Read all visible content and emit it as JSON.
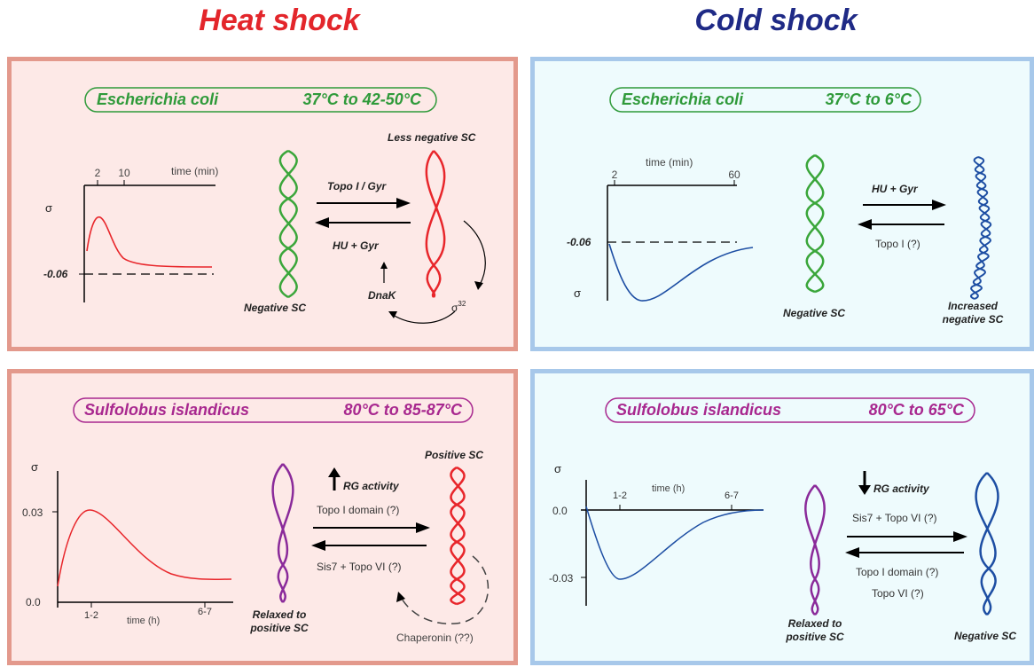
{
  "titles": {
    "heat": "Heat shock",
    "cold": "Cold shock"
  },
  "colors": {
    "heat_title": "#e3262b",
    "cold_title": "#1f2a86",
    "ecoli_pill": "#2f9a3a",
    "sulfo_pill": "#a8288f",
    "red_helix": "#e8262b",
    "green_helix": "#3aa63a",
    "blue_helix": "#1d4ea3",
    "purple_helix": "#8a2a9a"
  },
  "panels": {
    "heat_ecoli": {
      "organism": "Escherichia coli",
      "temperature": "37°C to 42-50°C",
      "graph": {
        "y_label": "σ",
        "x_label": "time (min)",
        "x_ticks": [
          "2",
          "10"
        ],
        "y_tick": "-0.06"
      },
      "left_helix": "Negative SC",
      "right_helix": "Less negative SC",
      "forward_arrow": "Topo I / Gyr",
      "reverse_arrow": "HU + Gyr",
      "loop_left": "DnaK",
      "loop_right": "σ",
      "loop_right_sup": "32"
    },
    "cold_ecoli": {
      "organism": "Escherichia coli",
      "temperature": "37°C to 6°C",
      "graph": {
        "y_label": "σ",
        "x_label": "time (min)",
        "x_ticks": [
          "2",
          "60"
        ],
        "y_tick": "-0.06"
      },
      "left_helix": "Negative SC",
      "right_helix_line1": "Increased",
      "right_helix_line2": "negative SC",
      "forward_arrow": "HU + Gyr",
      "reverse_arrow": "Topo I (?)"
    },
    "heat_sulfo": {
      "organism": "Sulfolobus islandicus",
      "temperature": "80°C to 85-87°C",
      "graph": {
        "y_label": "σ",
        "x_label": "time (h)",
        "x_ticks": [
          "1-2",
          "6-7"
        ],
        "y_ticks": [
          "0.03",
          "0.0"
        ]
      },
      "left_helix_line1": "Relaxed  to",
      "left_helix_line2": "positive SC",
      "right_helix": "Positive SC",
      "activity": "RG activity",
      "forward_arrow": "Topo I domain (?)",
      "reverse_arrow": "Sis7 + Topo VI (?)",
      "loop": "Chaperonin (??)"
    },
    "cold_sulfo": {
      "organism": "Sulfolobus islandicus",
      "temperature": "80°C to 65°C",
      "graph": {
        "y_label": "σ",
        "x_label": "time (h)",
        "x_ticks": [
          "1-2",
          "6-7"
        ],
        "y_ticks": [
          "0.0",
          "-0.03"
        ]
      },
      "left_helix_line1": "Relaxed  to",
      "left_helix_line2": "positive SC",
      "right_helix": "Negative SC",
      "activity": "RG activity",
      "forward_arrow": "Sis7 + Topo VI (?)",
      "reverse_arrow_1": "Topo I domain (?)",
      "reverse_arrow_2": "Topo VI (?)"
    }
  }
}
